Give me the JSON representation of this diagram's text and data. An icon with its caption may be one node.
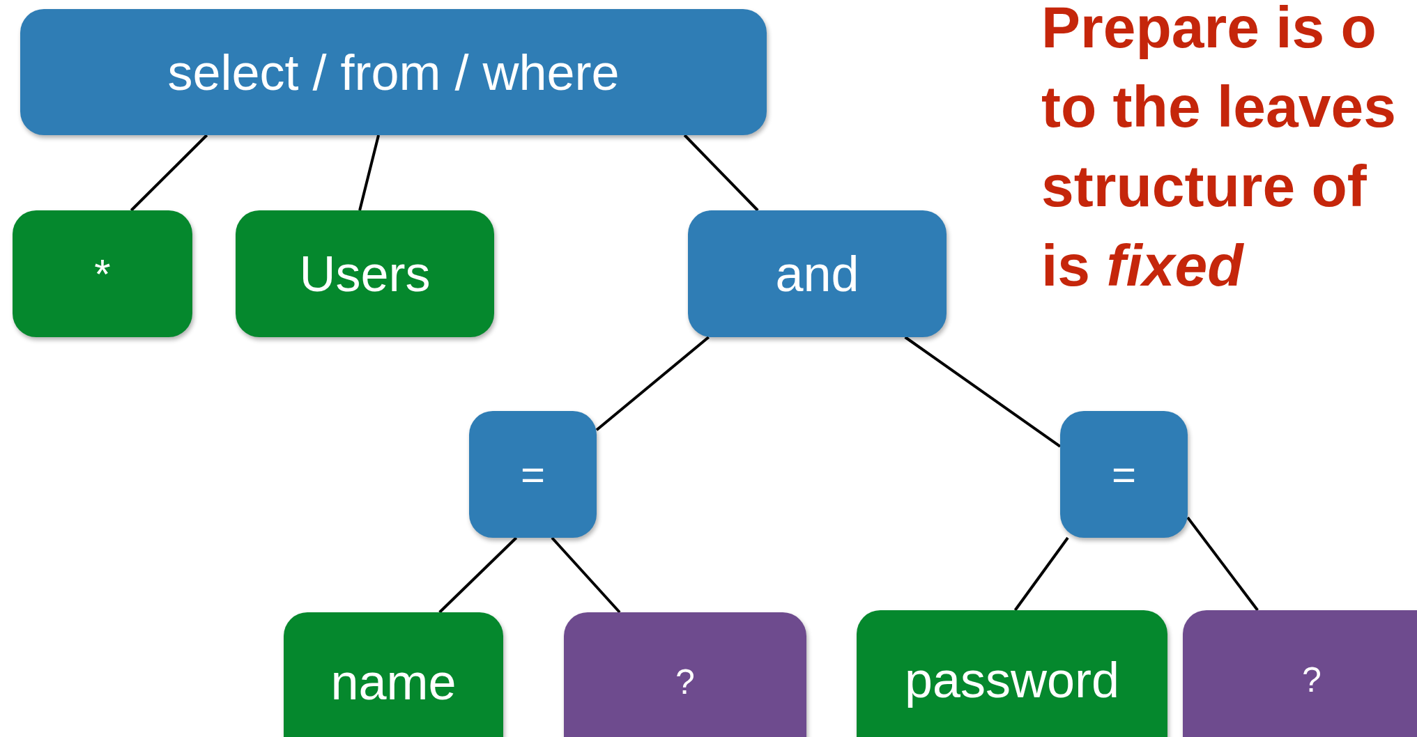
{
  "diagram": {
    "nodes": [
      {
        "text": [
          "select / from / where"
        ]
      },
      {
        "text": [
          "*"
        ]
      },
      {
        "text": [
          "Users"
        ]
      },
      {
        "text": [
          "and"
        ]
      },
      {
        "text": [
          "="
        ]
      },
      {
        "text": [
          "="
        ]
      },
      {
        "text": [
          "name"
        ]
      },
      {
        "text": [
          "?"
        ]
      },
      {
        "text": [
          "password"
        ]
      },
      {
        "text": [
          "?"
        ]
      }
    ],
    "edges": [
      {
        "from": 0,
        "to": 1,
        "arrow": "none"
      },
      {
        "from": 0,
        "to": 2,
        "arrow": "none"
      },
      {
        "from": 0,
        "to": 3,
        "arrow": "none"
      },
      {
        "from": 3,
        "to": 4,
        "arrow": "none"
      },
      {
        "from": 3,
        "to": 5,
        "arrow": "none"
      },
      {
        "from": 4,
        "to": 6,
        "arrow": "none"
      },
      {
        "from": 4,
        "to": 7,
        "arrow": "none"
      },
      {
        "from": 5,
        "to": 8,
        "arrow": "none"
      },
      {
        "from": 5,
        "to": 9,
        "arrow": "none"
      }
    ],
    "labels": [
      "Prepare is o to the leaves structure of is *fixed*"
    ]
  }
}
